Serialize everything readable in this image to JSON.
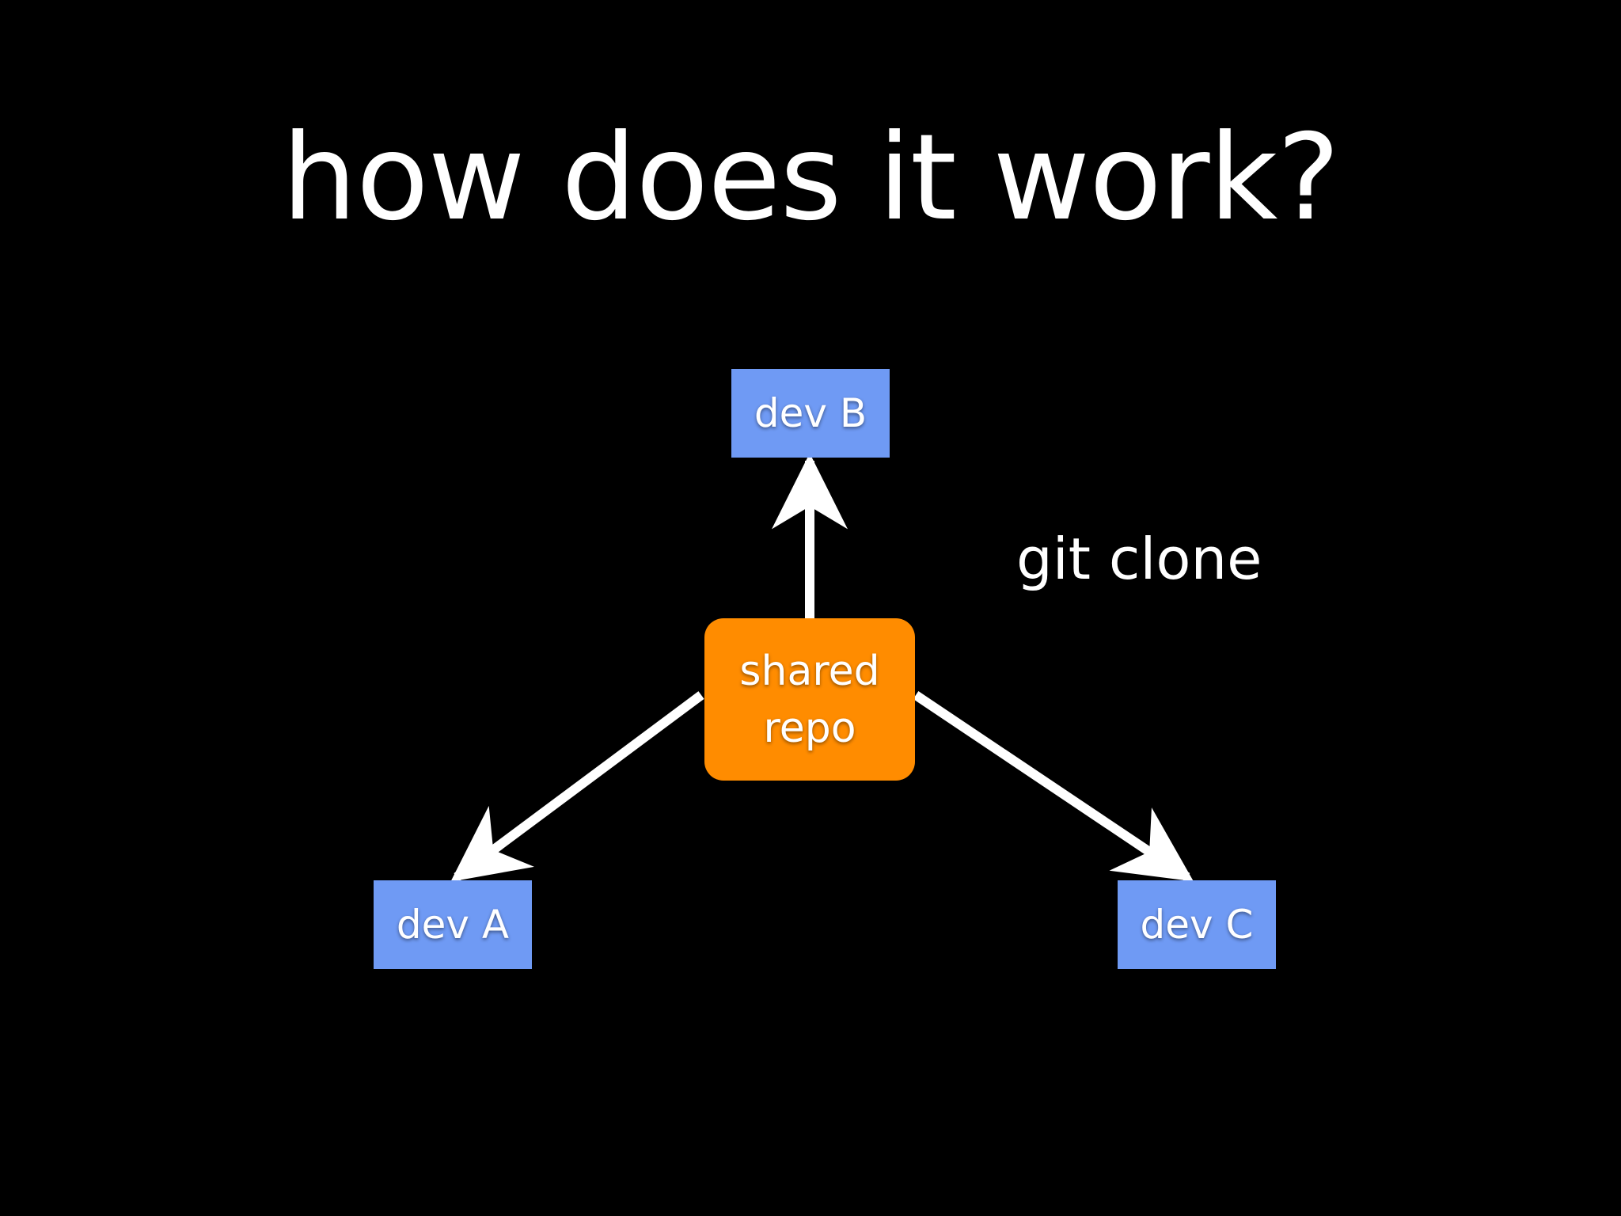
{
  "slide": {
    "title": "how does it work?"
  },
  "diagram": {
    "central_node": {
      "line1": "shared",
      "line2": "repo"
    },
    "nodes": {
      "dev_b": "dev B",
      "dev_a": "dev A",
      "dev_c": "dev C"
    },
    "command_label": "git clone"
  },
  "colors": {
    "background": "#000000",
    "text": "#ffffff",
    "repo_box": "#ff8c00",
    "dev_box": "#6f9af4",
    "arrow": "#ffffff"
  }
}
